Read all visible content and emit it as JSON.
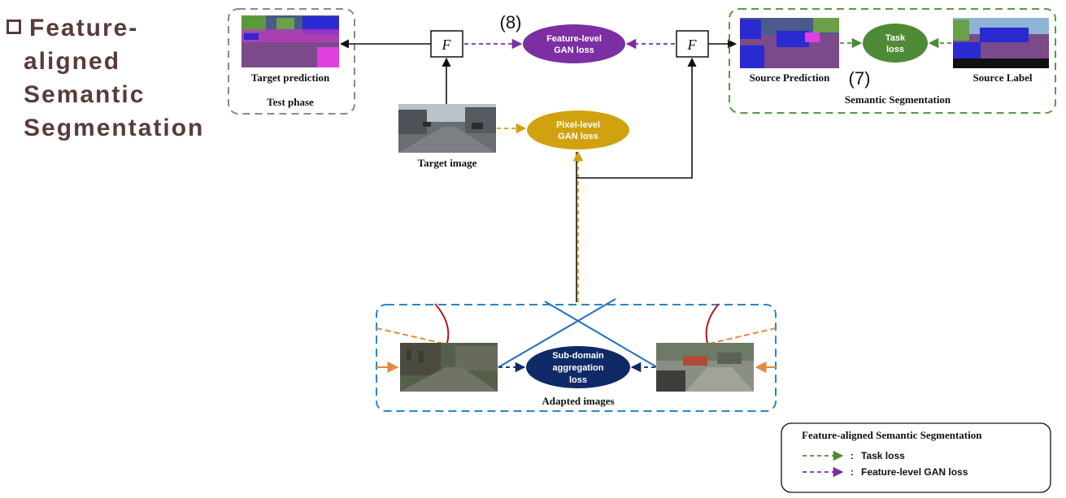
{
  "title": {
    "bullet_icon": "hollow-square-icon",
    "lines": [
      "Feature-",
      "aligned",
      "Semantic",
      "Segmentation"
    ]
  },
  "test_box": {
    "prediction_label": "Target prediction",
    "phase_label": "Test phase"
  },
  "modules": {
    "f_left": "F",
    "f_right": "F"
  },
  "equation_refs": {
    "feature_gan": "(8)",
    "task": "(7)"
  },
  "losses": {
    "feature_gan": {
      "line1": "Feature-level",
      "line2": "GAN loss",
      "color": "#7b2fa2"
    },
    "pixel_gan": {
      "line1": "Pixel-level",
      "line2": "GAN loss",
      "color": "#d1a20f"
    },
    "task": {
      "line1": "Task",
      "line2": "loss",
      "color": "#4f8a37"
    },
    "subdomain": {
      "line1": "Sub-domain",
      "line2": "aggregation",
      "line3": "loss",
      "color": "#102a68"
    }
  },
  "target_image": {
    "label": "Target image"
  },
  "seg_box": {
    "source_prediction": "Source Prediction",
    "source_label": "Source Label",
    "title": "Semantic Segmentation"
  },
  "adapted_box": {
    "title": "Adapted images"
  },
  "legend": {
    "title": "Feature-aligned Semantic Segmentation",
    "items": [
      {
        "label": "Task loss",
        "color": "#4f8a37"
      },
      {
        "label": "Feature-level GAN loss",
        "color": "#7b2fa2"
      }
    ],
    "separator": ":"
  },
  "colors": {
    "title": "#5a3b3a",
    "test_box_border": "#8a8a8a",
    "seg_box_border": "#5a9a3c",
    "adapted_box_border": "#2a86c9",
    "cross_lines": "#1f6fbf",
    "orange": "#e58a3a",
    "red_arc": "#b01818"
  }
}
